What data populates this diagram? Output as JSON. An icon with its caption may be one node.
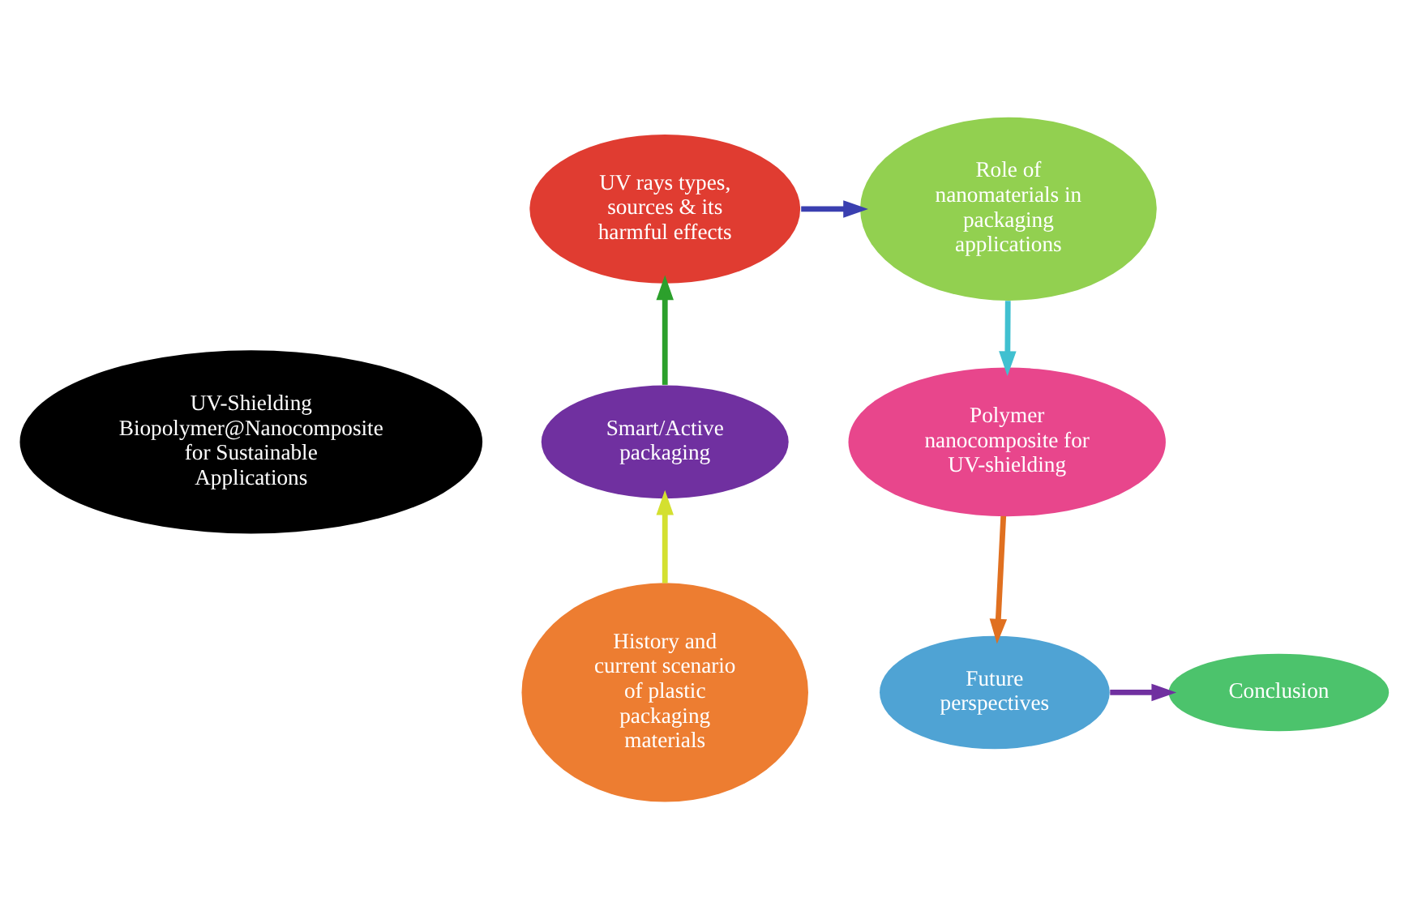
{
  "diagram": {
    "nodes": [
      {
        "text": [
          "UV-Shielding Biopolymer@Nanocomposite for Sustainable Applications"
        ]
      },
      {
        "text": [
          "History and current scenario of plastic packaging materials"
        ]
      },
      {
        "text": [
          "Smart/Active packaging"
        ]
      },
      {
        "text": [
          "UV rays types, sources & its harmful effects"
        ]
      },
      {
        "text": [
          "Role of nanomaterials in packaging applications"
        ]
      },
      {
        "text": [
          "Polymer nanocomposite for UV-shielding"
        ]
      },
      {
        "text": [
          "Future perspectives"
        ]
      },
      {
        "text": [
          "Conclusion"
        ]
      }
    ],
    "edges": [
      {
        "from": 1,
        "to": 2,
        "arrow": "to",
        "color": "#d4e030"
      },
      {
        "from": 2,
        "to": 3,
        "arrow": "to",
        "color": "#2ca02c"
      },
      {
        "from": 3,
        "to": 4,
        "arrow": "to",
        "color": "#3a3fb0"
      },
      {
        "from": 4,
        "to": 5,
        "arrow": "to",
        "color": "#40c0d0"
      },
      {
        "from": 5,
        "to": 6,
        "arrow": "to",
        "color": "#e07020"
      },
      {
        "from": 6,
        "to": 7,
        "arrow": "to",
        "color": "#7030a0"
      }
    ]
  }
}
